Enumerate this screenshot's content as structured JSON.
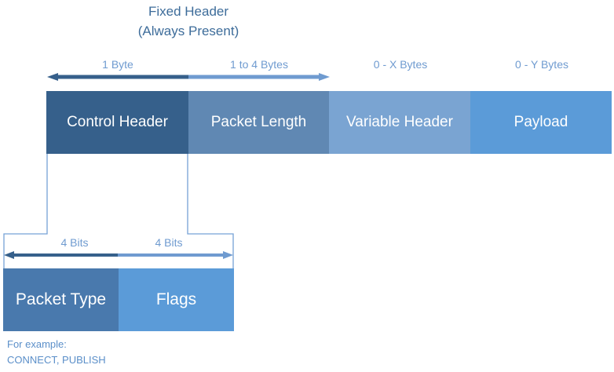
{
  "title": {
    "line1": "Fixed Header",
    "line2": "(Always Present)"
  },
  "top_sizes": {
    "control": "1 Byte",
    "length": "1 to 4 Bytes",
    "variable": "0 - X Bytes",
    "payload": "0 - Y Bytes"
  },
  "top_blocks": {
    "control": "Control Header",
    "length": "Packet Length",
    "variable": "Variable Header",
    "payload": "Payload"
  },
  "bottom_sizes": {
    "type": "4 Bits",
    "flags": "4 Bits"
  },
  "bottom_blocks": {
    "type": "Packet Type",
    "flags": "Flags"
  },
  "note": {
    "line1": "For example:",
    "line2": "CONNECT, PUBLISH"
  },
  "colors": {
    "control_block": "#36608b",
    "length_block": "#6088b3",
    "variable_block": "#7aa4d2",
    "payload_block": "#5b9bd8",
    "type_block": "#4979ad",
    "flags_block": "#5b9bd8",
    "arrow_dark": "#36608b",
    "arrow_light": "#6f9bd0",
    "connector": "#76a2d6"
  }
}
